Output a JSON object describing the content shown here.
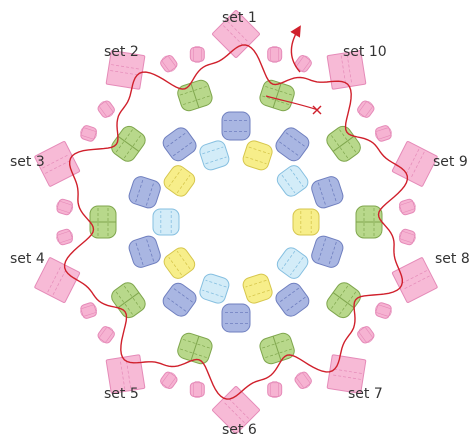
{
  "diagram": {
    "set_labels": [
      "set 1",
      "set 2",
      "set 3",
      "set 4",
      "set 5",
      "set 6",
      "set 7",
      "set 8",
      "set 9",
      "set 10"
    ],
    "colors": {
      "pink_fill": "#f6b3d2",
      "pink_stroke": "#e58ab8",
      "green_fill": "#b8d88b",
      "green_stroke": "#7fa64d",
      "blue_fill": "#a9b6e2",
      "blue_stroke": "#6f7fbf",
      "lightblue_fill": "#d3ecf8",
      "lightblue_stroke": "#85bfe0",
      "yellow_fill": "#f7ee8a",
      "yellow_stroke": "#d6c64c",
      "thread": "#d0202c"
    }
  }
}
